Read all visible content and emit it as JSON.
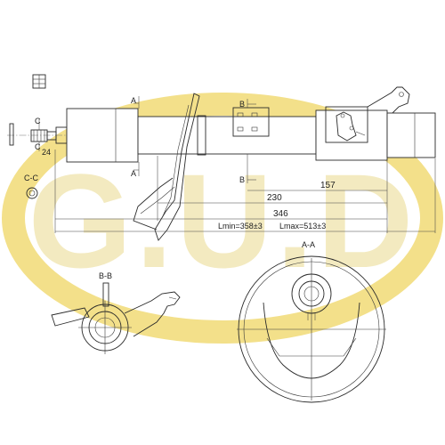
{
  "watermark": {
    "text": "G.U.D",
    "ring_color": "#f3e08a",
    "letter_color": "#eee4b0"
  },
  "colors": {
    "line": "#2a2a2a",
    "dim": "#444444"
  },
  "labels": {
    "section_a_top": "A",
    "section_a_bottom": "A",
    "section_b_top": "B",
    "section_b_bottom": "B",
    "section_c_top": "C",
    "section_c_bottom": "C",
    "thread_size": "24",
    "view_cc": "C-C",
    "view_bb": "B-B",
    "view_aa": "A-A"
  },
  "dimensions": {
    "d157": "157",
    "d230": "230",
    "d346": "346",
    "lmin": "Lmin=358±3",
    "lmax": "Lmax=513±3"
  }
}
